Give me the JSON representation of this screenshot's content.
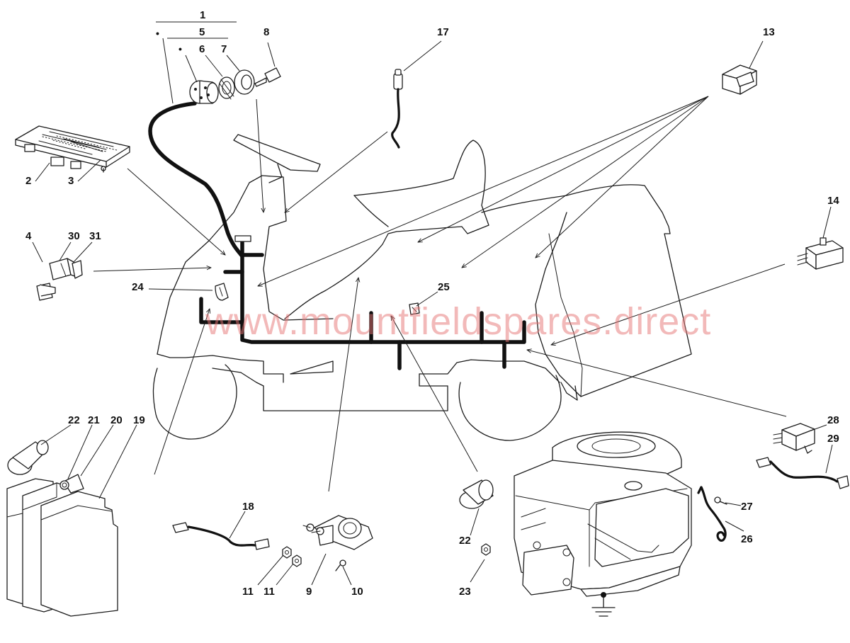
{
  "watermark": "www.mountfieldspares.direct",
  "part_numbers": {
    "p1": "1",
    "p2": "2",
    "p3": "3",
    "p4": "4",
    "p5": "5",
    "p6": "6",
    "p7": "7",
    "p8": "8",
    "p9": "9",
    "p10": "10",
    "p11a": "11",
    "p11b": "11",
    "p13": "13",
    "p14": "14",
    "p17": "17",
    "p18": "18",
    "p19": "19",
    "p20": "20",
    "p21": "21",
    "p22a": "22",
    "p22b": "22",
    "p23": "23",
    "p24": "24",
    "p25": "25",
    "p26": "26",
    "p27": "27",
    "p28": "28",
    "p29": "29",
    "p30": "30",
    "p31": "31"
  },
  "bullet": "•",
  "colors": {
    "line": "#1c1c1c",
    "wire": "#111111",
    "watermark": "#e57373"
  }
}
